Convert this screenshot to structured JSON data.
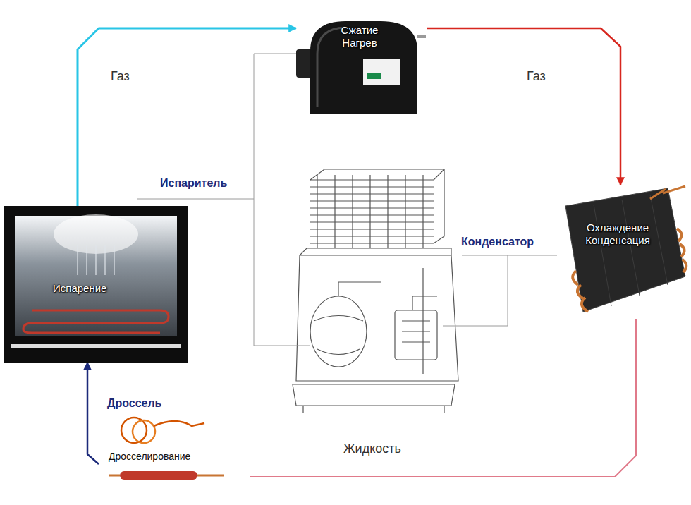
{
  "diagram": {
    "nodes": [
      {
        "text": [
          "Сжатие Нагрев"
        ]
      },
      {
        "text": [
          "Испарение"
        ]
      },
      {
        "text": [
          "Охлаждение Конденсация"
        ]
      },
      {
        "text": [
          "Дроссель",
          "Дросселирование"
        ]
      }
    ],
    "edges": [
      {
        "from": 0,
        "to": 2,
        "arrow": "to",
        "label": "Газ"
      },
      {
        "from": 2,
        "to": 3,
        "arrow": "none",
        "label": "Жидкость"
      },
      {
        "from": 3,
        "to": 1,
        "arrow": "to"
      },
      {
        "from": 1,
        "to": 0,
        "arrow": "to",
        "label": "Газ"
      }
    ],
    "labels": [
      "Испаритель",
      "Конденсатор"
    ]
  }
}
